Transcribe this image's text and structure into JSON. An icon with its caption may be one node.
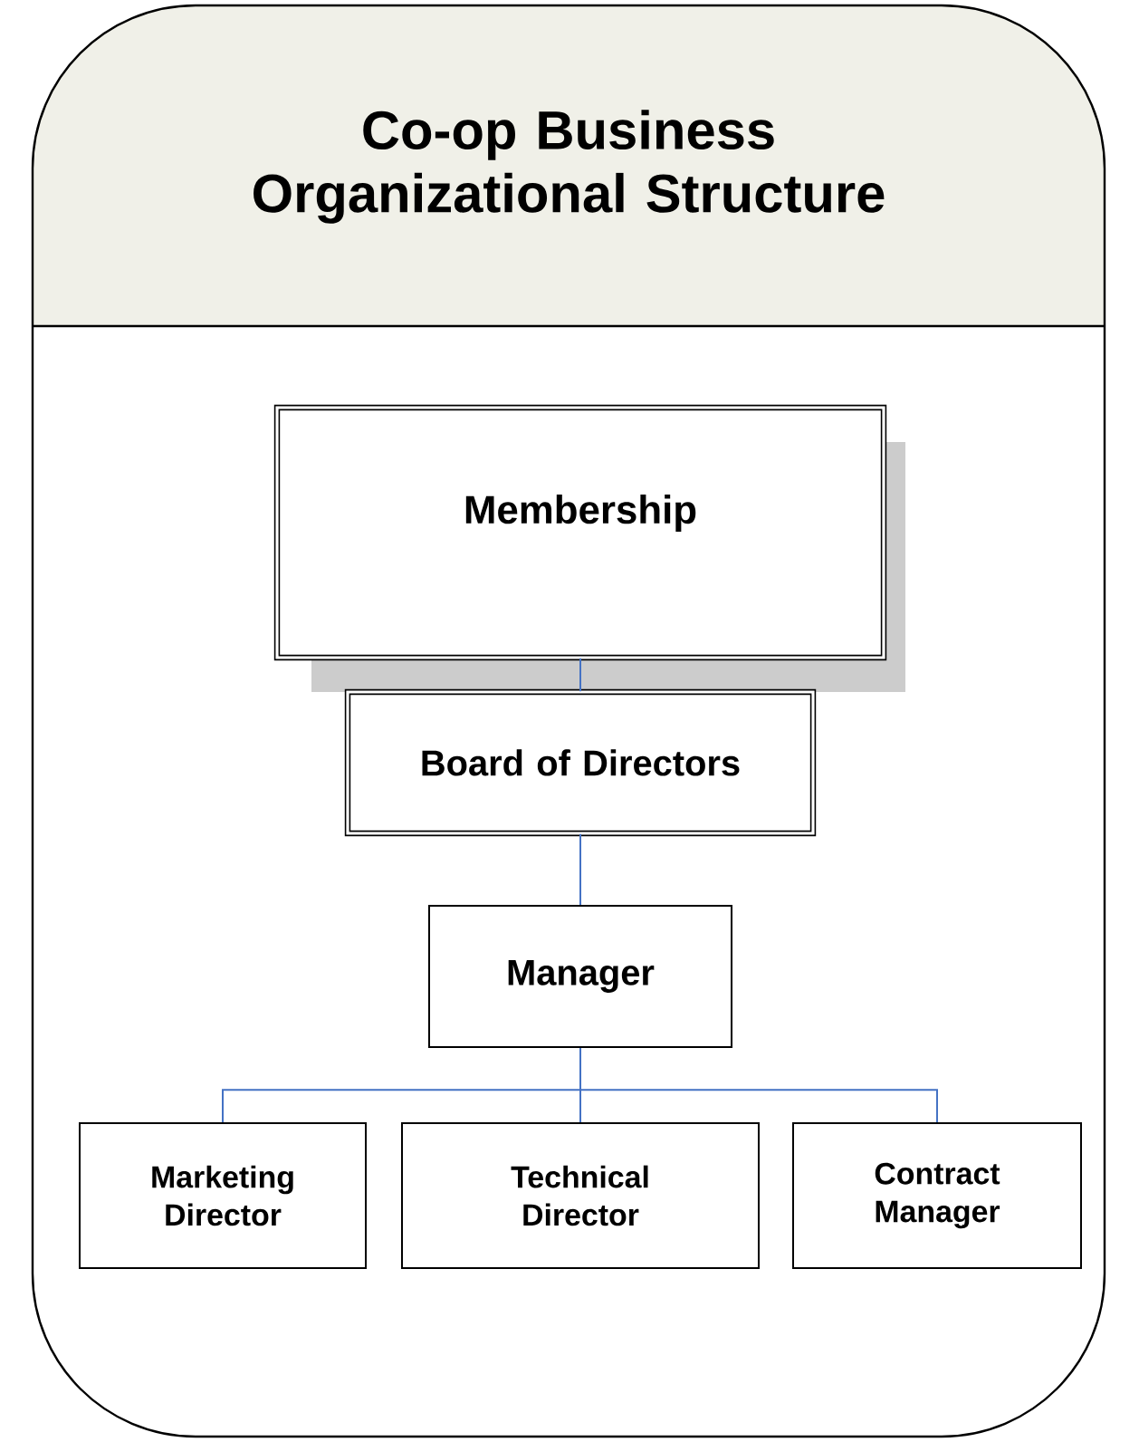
{
  "diagram": {
    "nodes": [
      {
        "text": [
          "Co-op Business Organizational Structure"
        ]
      },
      {
        "text": [
          "Membership"
        ],
        "in": 0
      },
      {
        "text": [
          "Board of Directors"
        ],
        "in": 0
      },
      {
        "text": [
          "Manager"
        ],
        "in": 0
      },
      {
        "text": [
          "Marketing Director"
        ],
        "in": 0
      },
      {
        "text": [
          "Technical Director"
        ],
        "in": 0
      },
      {
        "text": [
          "Contract Manager"
        ],
        "in": 0
      }
    ],
    "edges": [
      {
        "from": 1,
        "to": 2,
        "arrow": "none"
      },
      {
        "from": 2,
        "to": 3,
        "arrow": "none"
      },
      {
        "from": 3,
        "to": 4,
        "arrow": "none"
      },
      {
        "from": 3,
        "to": 5,
        "arrow": "none"
      },
      {
        "from": 3,
        "to": 6,
        "arrow": "none"
      }
    ]
  }
}
